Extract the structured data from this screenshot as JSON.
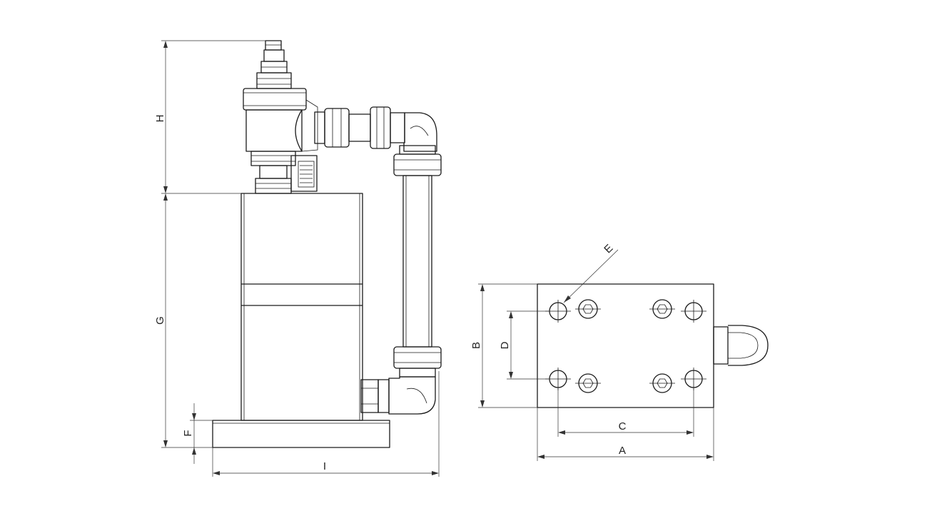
{
  "dimensions": {
    "A": "A",
    "B": "B",
    "C": "C",
    "D": "D",
    "E": "E",
    "F": "F",
    "G": "G",
    "H": "H",
    "I": "I"
  },
  "colors": {
    "line": "#1a1a1a",
    "background": "#ffffff"
  }
}
